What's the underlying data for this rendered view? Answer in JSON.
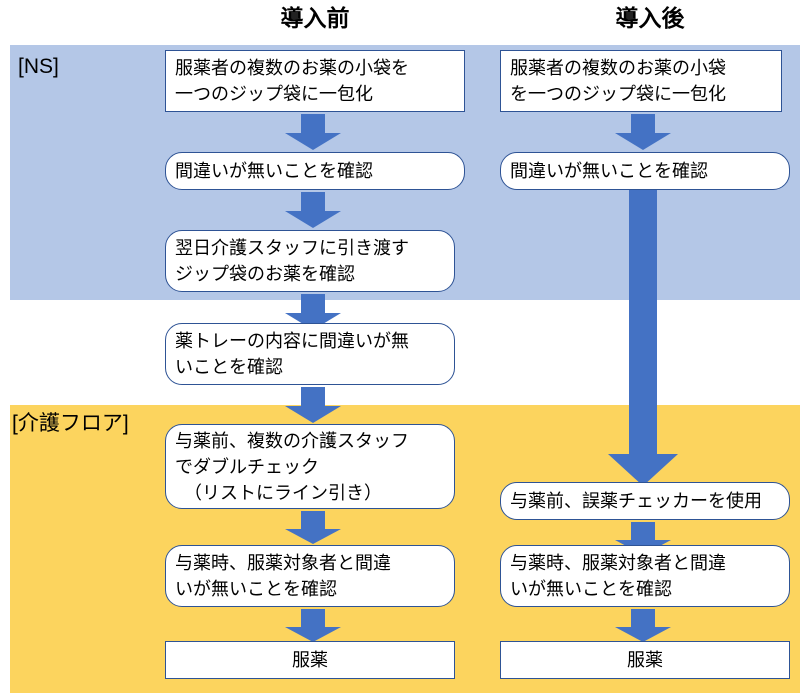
{
  "headers": {
    "before": "導入前",
    "after": "導入後"
  },
  "zones": [
    {
      "id": "ns",
      "label": "[NS]",
      "color": "#b4c7e7"
    },
    {
      "id": "care_floor",
      "label": "[介護フロア]",
      "color": "#fcd45e"
    }
  ],
  "colors": {
    "band_ns": "#b4c7e7",
    "band_floor": "#fcd45e",
    "arrow": "#4472c4",
    "box_border": "#2e5395",
    "box_fill": "#ffffff",
    "text": "#000000"
  },
  "columns": {
    "before": {
      "title": "導入前",
      "nodes": [
        {
          "id": "before-1",
          "shape": "square",
          "align": "left",
          "zone": "ns",
          "lines": [
            "服薬者の複数のお薬の小袋を",
            "一つのジップ袋に一包化"
          ]
        },
        {
          "id": "before-2",
          "shape": "rounded",
          "align": "left",
          "zone": "ns",
          "lines": [
            "間違いが無いことを確認"
          ]
        },
        {
          "id": "before-3",
          "shape": "rounded",
          "align": "left",
          "zone": "ns",
          "lines": [
            "翌日介護スタッフに引き渡す",
            "ジップ袋のお薬を確認"
          ]
        },
        {
          "id": "before-4",
          "shape": "rounded",
          "align": "left",
          "zone": "none",
          "lines": [
            "薬トレーの内容に間違いが無",
            "いことを確認"
          ]
        },
        {
          "id": "before-5",
          "shape": "rounded",
          "align": "left",
          "zone": "care_floor",
          "lines": [
            "与薬前、複数の介護スタッフ",
            "でダブルチェック",
            "　（リストにライン引き）"
          ]
        },
        {
          "id": "before-6",
          "shape": "rounded",
          "align": "left",
          "zone": "care_floor",
          "lines": [
            "与薬時、服薬対象者と間違",
            "いが無いことを確認"
          ]
        },
        {
          "id": "before-7",
          "shape": "square",
          "align": "center",
          "zone": "care_floor",
          "lines": [
            "服薬"
          ]
        }
      ],
      "arrows": [
        {
          "id": "before-arrow-1",
          "from": "before-1",
          "to": "before-2"
        },
        {
          "id": "before-arrow-2",
          "from": "before-2",
          "to": "before-3"
        },
        {
          "id": "before-arrow-3",
          "from": "before-3",
          "to": "before-4"
        },
        {
          "id": "before-arrow-4",
          "from": "before-4",
          "to": "before-5"
        },
        {
          "id": "before-arrow-5",
          "from": "before-5",
          "to": "before-6"
        },
        {
          "id": "before-arrow-6",
          "from": "before-6",
          "to": "before-7"
        }
      ]
    },
    "after": {
      "title": "導入後",
      "nodes": [
        {
          "id": "after-1",
          "shape": "square",
          "align": "left",
          "zone": "ns",
          "lines": [
            "服薬者の複数のお薬の小袋",
            "を一つのジップ袋に一包化"
          ]
        },
        {
          "id": "after-2",
          "shape": "rounded",
          "align": "left",
          "zone": "ns",
          "lines": [
            "間違いが無いことを確認"
          ]
        },
        {
          "id": "after-3",
          "shape": "rounded",
          "align": "left",
          "zone": "care_floor",
          "lines": [
            "与薬前、誤薬チェッカーを使用"
          ]
        },
        {
          "id": "after-4",
          "shape": "rounded",
          "align": "left",
          "zone": "care_floor",
          "lines": [
            "与薬時、服薬対象者と間違",
            "いが無いことを確認"
          ]
        },
        {
          "id": "after-5",
          "shape": "square",
          "align": "center",
          "zone": "care_floor",
          "lines": [
            "服薬"
          ]
        }
      ],
      "arrows": [
        {
          "id": "after-arrow-1",
          "from": "after-1",
          "to": "after-2"
        },
        {
          "id": "after-arrow-2",
          "from": "after-2",
          "to": "after-3",
          "long": true
        },
        {
          "id": "after-arrow-3",
          "from": "after-3",
          "to": "after-4"
        },
        {
          "id": "after-arrow-4",
          "from": "after-4",
          "to": "after-5"
        }
      ]
    }
  }
}
